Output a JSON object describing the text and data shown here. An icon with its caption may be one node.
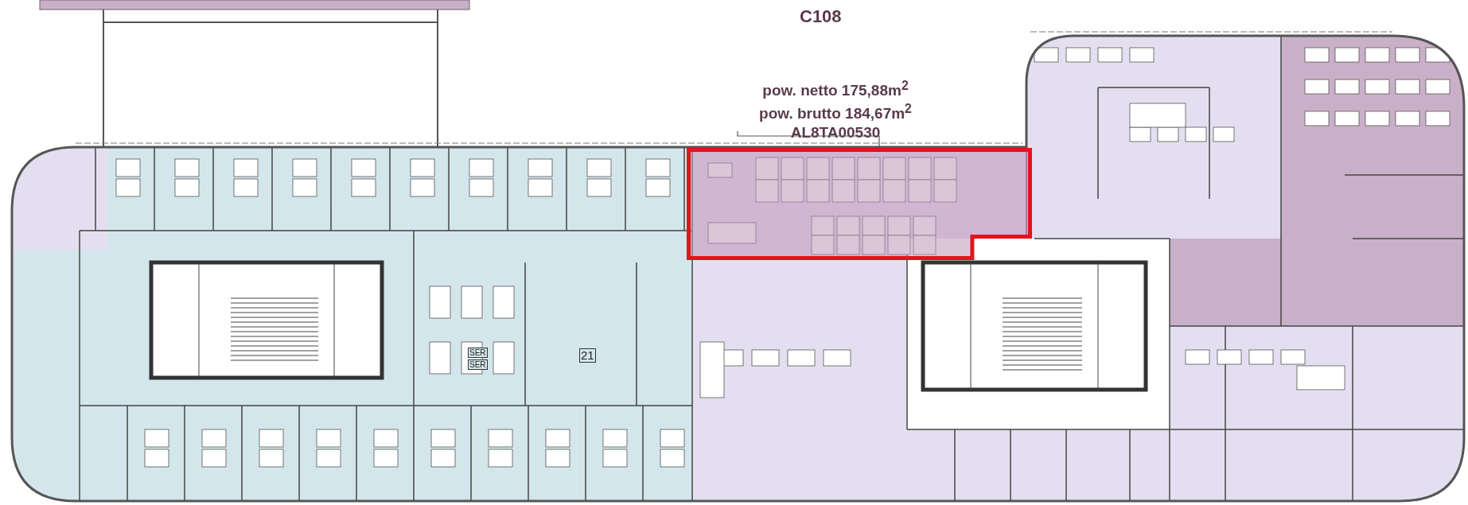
{
  "diagram": {
    "title": "C108",
    "nodes": [
      {
        "text": [
          "pow. netto 175,88m$^{2}$",
          "pow. brutto 184,67m$^{2}$",
          "AL8TA00530"
        ]
      },
      {
        "text": [],
        "shape": "box"
      }
    ],
    "edges": [
      {
        "from": 0,
        "to": 1,
        "arrow": "none"
      }
    ],
    "labels": [
      "SER",
      "SER",
      "21"
    ]
  }
}
